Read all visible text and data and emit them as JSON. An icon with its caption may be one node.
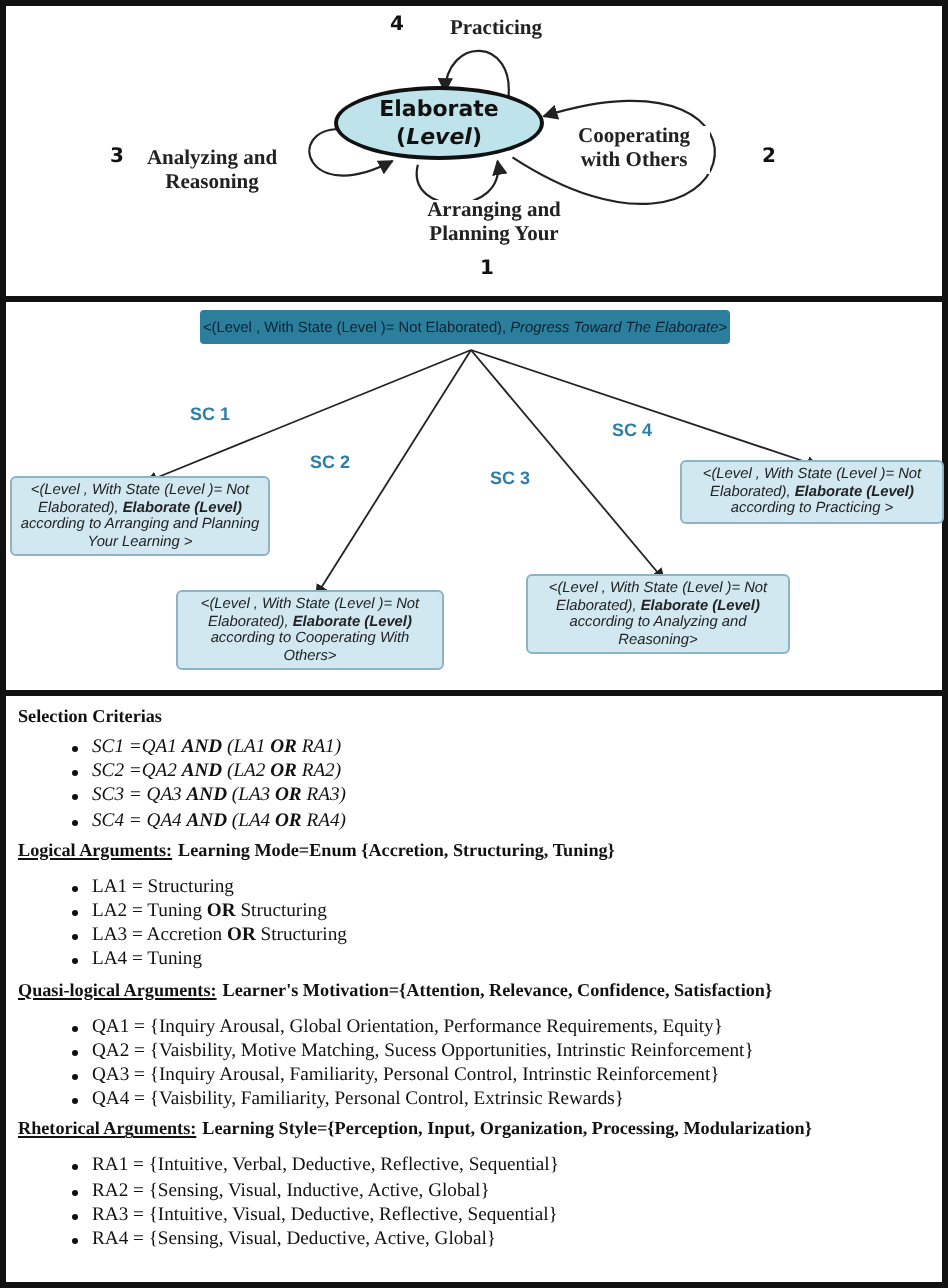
{
  "diagram": {
    "nodes": [
      {
        "text": [
          "Elaborate (*Level*)"
        ]
      },
      {
        "text": [
          "<(Level , With State (Level )= Not Elaborated), *Progress Toward The  Elaborate*>"
        ]
      },
      {
        "text": [
          "<(Level , With State (Level )= Not Elaborated), **Elaborate (Level)** according to Arranging and Planning Your Learning >"
        ]
      },
      {
        "text": [
          "<(Level , With State (Level )= Not Elaborated), **Elaborate (Level)** according to Practicing >"
        ]
      },
      {
        "text": [
          "<(Level , With State (Level )= Not Elaborated), **Elaborate (Level)** according to Cooperating  With Others>"
        ]
      },
      {
        "text": [
          "<(Level , With State (Level )= Not Elaborated), **Elaborate (Level)** according to Analyzing  and Reasoning>"
        ]
      }
    ],
    "edges": [
      {
        "from": 0,
        "to": 0,
        "arrow": "to",
        "label": "Practicing"
      },
      {
        "from": 0,
        "to": 0,
        "arrow": "to",
        "label": "Cooperating with Others"
      },
      {
        "from": 0,
        "to": 0,
        "arrow": "to",
        "label": "Analyzing and Reasoning"
      },
      {
        "from": 0,
        "to": 0,
        "arrow": "to",
        "label": "Arranging and Planning Your"
      },
      {
        "from": 1,
        "to": 2,
        "arrow": "to",
        "label": "SC 1"
      },
      {
        "from": 1,
        "to": 4,
        "arrow": "to",
        "label": "SC 2"
      },
      {
        "from": 1,
        "to": 5,
        "arrow": "to",
        "label": "SC 3"
      },
      {
        "from": 1,
        "to": 3,
        "arrow": "to",
        "label": "SC 4"
      }
    ],
    "labels": [
      "4",
      "3",
      "2",
      "1",
      "Selection Criterias",
      "SC1 =QA1 **AND** (LA1 **OR** RA1)",
      "SC2 =QA2 **AND** (LA2 **OR** RA2)",
      "SC3 = QA3 **AND** (LA3 **OR** RA3)",
      "SC4 = QA4 **AND** (LA4 **OR** RA4)",
      "Logical Arguments:",
      "Learning Mode=Enum {Accretion, Structuring, Tuning}",
      "LA1 = Structuring",
      "LA2 = Tuning **OR** Structuring",
      "LA3 = Accretion **OR** Structuring",
      "LA4 = Tuning",
      "Quasi-logical Arguments:",
      "Learner's Motivation={Attention, Relevance, Confidence, Satisfaction}",
      "QA1 =  {Inquiry Arousal, Global Orientation, Performance Requirements, Equity}",
      "QA2 =  {Vaisbility, Motive Matching, Sucess Opportunities, Intrinstic Reinforcement}",
      "QA3 = {Inquiry Arousal, Familiarity, Personal Control, Intrinstic Reinforcement}",
      "QA4 = {Vaisbility, Familiarity, Personal Control, Extrinsic Rewards}",
      "Rhetorical Arguments:",
      "Learning Style={Perception, Input, Organization, Processing, Modularization}",
      "RA1 = {Intuitive, Verbal, Deductive, Reflective, Sequential}",
      "RA2 = {Sensing, Visual, Inductive, Active, Global}",
      "RA3 = {Intuitive, Visual, Deductive, Reflective, Sequential}",
      "RA4 = {Sensing, Visual, Deductive, Active, Global}"
    ]
  }
}
